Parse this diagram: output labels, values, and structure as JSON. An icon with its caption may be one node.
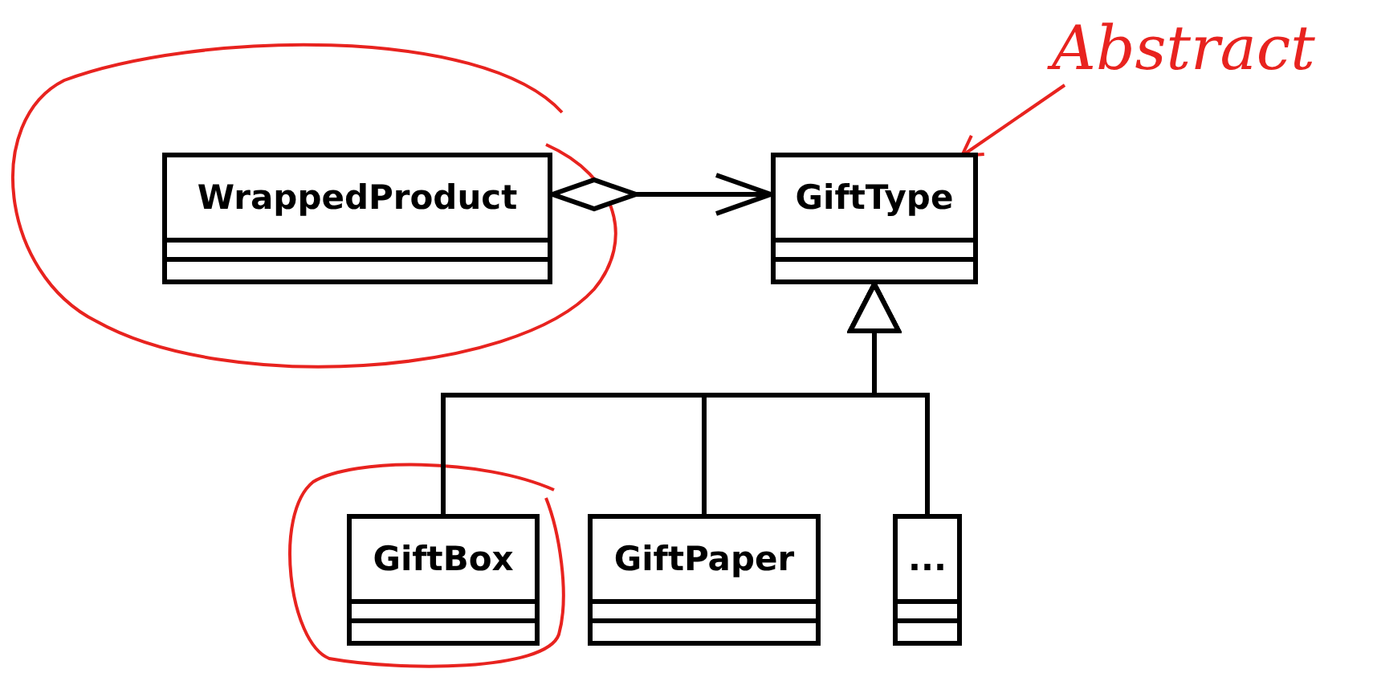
{
  "diagram": {
    "nodes": [
      {
        "text": [
          "WrappedProduct"
        ]
      },
      {
        "text": [
          "GiftType"
        ]
      },
      {
        "text": [
          "GiftBox"
        ]
      },
      {
        "text": [
          "GiftPaper"
        ]
      },
      {
        "text": [
          "..."
        ]
      },
      {
        "text": [
          "Abstract"
        ]
      }
    ],
    "edges": [
      {
        "from": 0,
        "to": 1,
        "arrow": "to"
      },
      {
        "from": 2,
        "to": 1,
        "arrow": "to"
      },
      {
        "from": 3,
        "to": 1,
        "arrow": "to"
      },
      {
        "from": 4,
        "to": 1,
        "arrow": "to"
      },
      {
        "from": 5,
        "to": 1,
        "arrow": "to",
        "color": "#e8231f"
      }
    ]
  }
}
